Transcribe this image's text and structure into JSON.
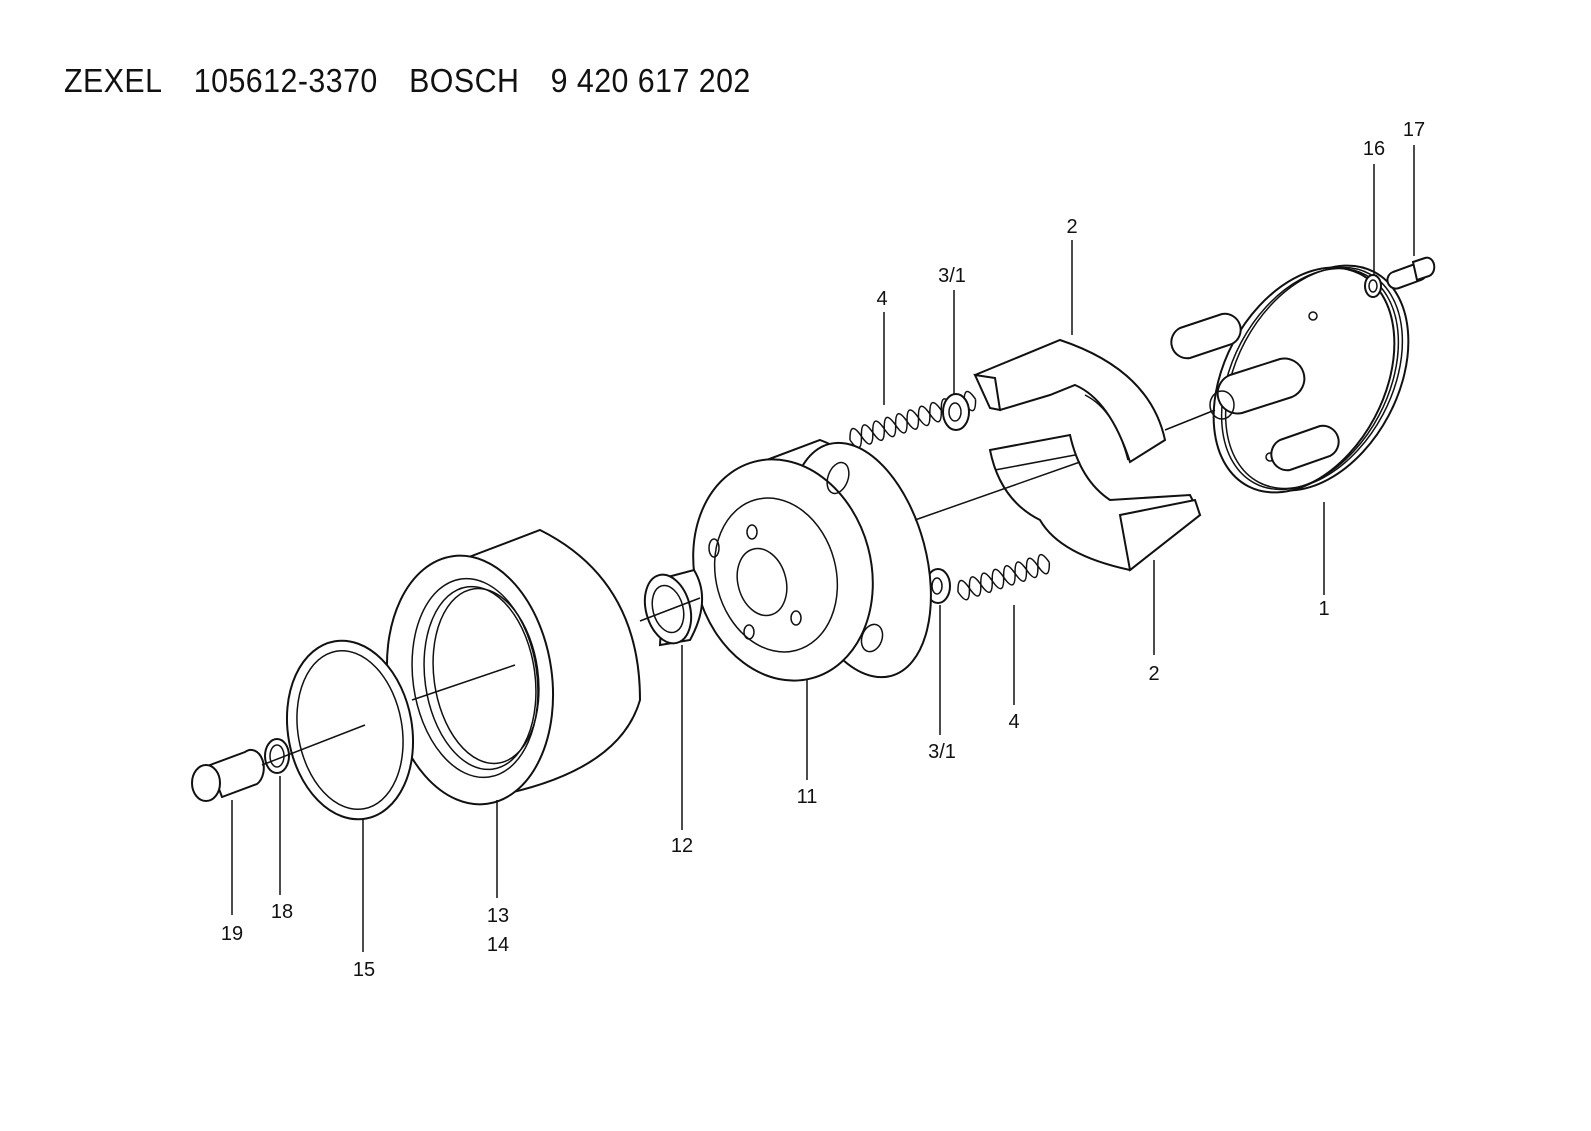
{
  "title": {
    "brand1": "ZEXEL",
    "part1": "105612-3370",
    "brand2": "BOSCH",
    "part2": "9 420 617 202"
  },
  "callouts": {
    "c1": "1",
    "c2a": "2",
    "c2b": "2",
    "c3a": "3/1",
    "c3b": "3/1",
    "c4a": "4",
    "c4b": "4",
    "c11": "11",
    "c12": "12",
    "c13": "13",
    "c14": "14",
    "c15": "15",
    "c16": "16",
    "c17": "17",
    "c18": "18",
    "c19": "19"
  }
}
